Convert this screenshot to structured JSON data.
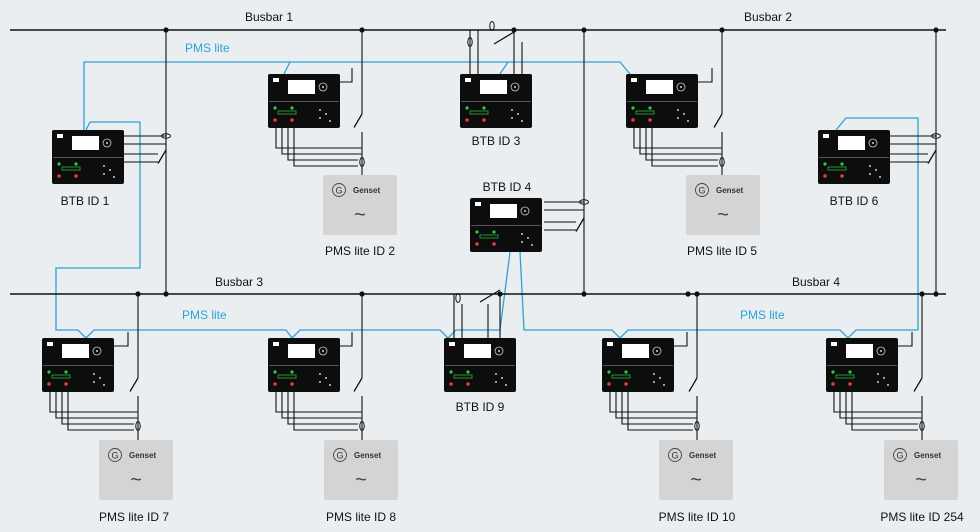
{
  "busbars": [
    {
      "key": "b1",
      "label": "Busbar 1"
    },
    {
      "key": "b2",
      "label": "Busbar 2"
    },
    {
      "key": "b3",
      "label": "Busbar 3"
    },
    {
      "key": "b4",
      "label": "Busbar 4"
    }
  ],
  "pms_link_label": "PMS lite",
  "controllers": [
    {
      "key": "btb1",
      "label": "BTB ID 1",
      "type": "BTB"
    },
    {
      "key": "pms2",
      "label": "PMS lite ID 2",
      "type": "PMS"
    },
    {
      "key": "btb3",
      "label": "BTB ID 3",
      "type": "BTB"
    },
    {
      "key": "pms5",
      "label": "PMS lite ID 5",
      "type": "PMS"
    },
    {
      "key": "btb6",
      "label": "BTB ID 6",
      "type": "BTB"
    },
    {
      "key": "btb4",
      "label": "BTB ID 4",
      "type": "BTB"
    },
    {
      "key": "pms7",
      "label": "PMS lite ID 7",
      "type": "PMS"
    },
    {
      "key": "pms8",
      "label": "PMS lite ID 8",
      "type": "PMS"
    },
    {
      "key": "btb9",
      "label": "BTB ID 9",
      "type": "BTB"
    },
    {
      "key": "pms10",
      "label": "PMS lite ID 10",
      "type": "PMS"
    },
    {
      "key": "pms254",
      "label": "PMS lite ID 254",
      "type": "PMS"
    }
  ],
  "genset": {
    "label": "Genset",
    "symbol": "G",
    "wave": "~"
  },
  "colors": {
    "link": "#2aa3d8",
    "line": "#111111",
    "genset_box": "#d4d4d4",
    "background": "#ebeef0"
  }
}
